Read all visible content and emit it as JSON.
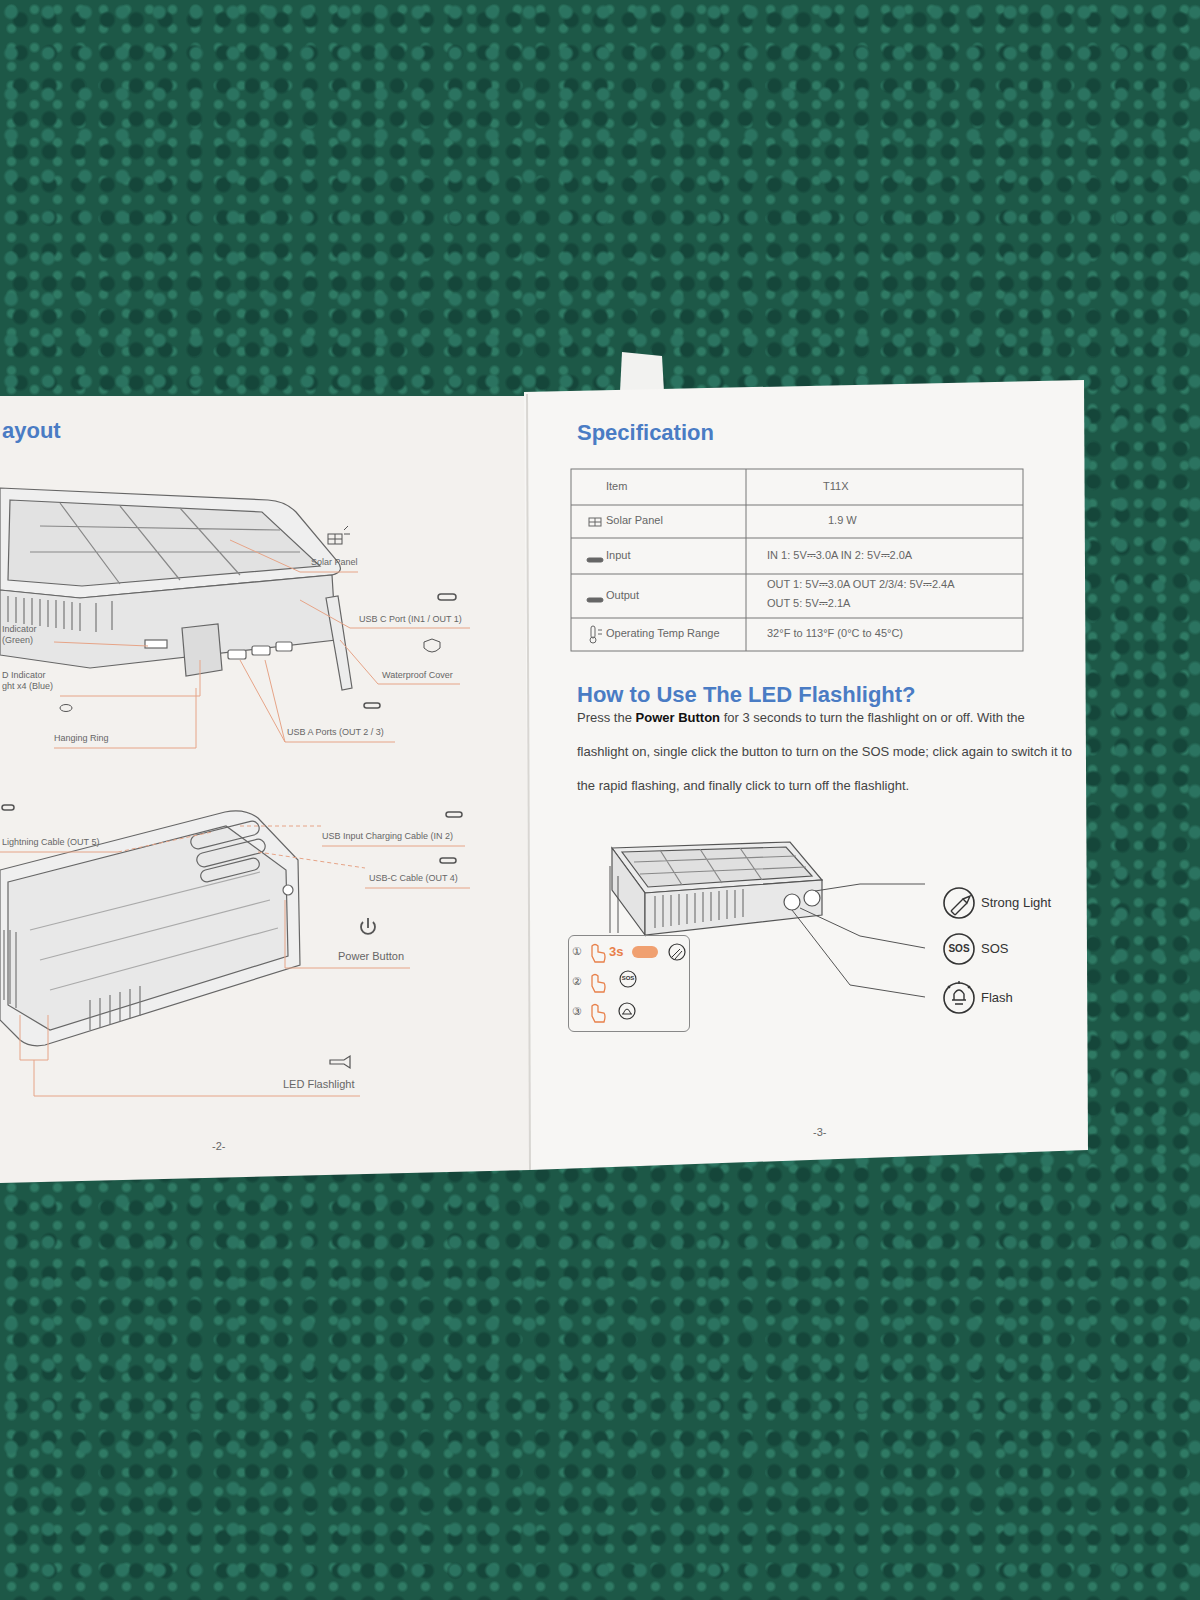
{
  "diagram": {
    "nodes": [
      {
        "text": [
          "①",
          "3s",
          "②",
          "③"
        ]
      },
      {
        "text": [
          "SOS"
        ],
        "in": 0
      },
      {
        "text": [
          "Strong Light"
        ]
      },
      {
        "text": [
          "SOS",
          "SOS"
        ]
      },
      {
        "text": [
          "Flash"
        ]
      }
    ],
    "labels": [
      "ayout",
      "Solar Panel",
      "USB C Port (IN1 / OUT 1)",
      "Indicator (Green)",
      "Waterproof Cover",
      "D Indicator ght x4 (Blue)",
      "Hanging Ring",
      "USB A Ports (OUT 2 / 3)",
      "Lightning Cable (OUT 5)",
      "USB Input Charging Cable (IN 2)",
      "USB-C Cable (OUT 4)",
      "Power Button",
      "LED Flashlight",
      "-2-",
      "Specification",
      "Item",
      "T11X",
      "Solar Panel",
      "1.9 W",
      "Input",
      "IN 1: 5V⎓3.0A IN 2: 5V⎓2.0A",
      "Output",
      "OUT 1: 5V⎓3.0A OUT 2/3/4: 5V⎓2.4A",
      "OUT 5: 5V⎓2.1A",
      "Operating Temp Range",
      "32°F to 113°F (0°C to 45°C)",
      "How to Use The LED Flashlight?",
      "Press the",
      "Power Button",
      "for 3 seconds to turn the flashlight on or off. With the flashlight on, single click the button to turn on the SOS mode; click again to switch it to the rapid flashing, and finally click to turn off the flashlight.",
      "-3-"
    ]
  }
}
